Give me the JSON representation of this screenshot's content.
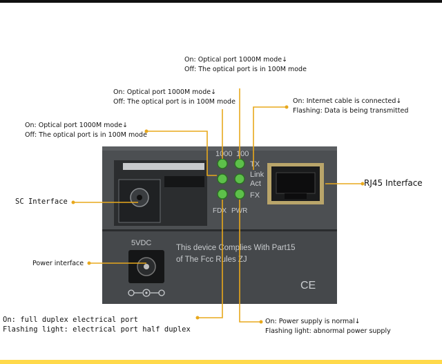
{
  "annotations": {
    "top_center": [
      "On: Optical port 1000M mode↓",
      "Off: The optical port is in 100M mode"
    ],
    "upper_left": [
      "On: Optical port 1000M mode↓",
      "Off: The optical port is in 100M mode"
    ],
    "left": [
      "On: Optical port 1000M mode↓",
      "Off: The optical port is in 100M mode"
    ],
    "upper_right": [
      "On: Internet cable is connected↓",
      "Flashing: Data is being transmitted"
    ],
    "sc_interface": "SC Interface",
    "rj45_interface": "RJ45 Interface",
    "power_interface": "Power interface",
    "fdx": [
      "On: full duplex electrical port",
      "Flashing light: electrical port half duplex"
    ],
    "pwr": [
      "On: Power supply is normal↓",
      "Flashing light: abnormal power supply"
    ]
  },
  "device": {
    "led_labels_top": [
      "1000",
      "100"
    ],
    "led_labels_right": [
      "TX",
      "Link",
      "Act",
      "FX"
    ],
    "led_labels_bottom": [
      "FDX",
      "PWR"
    ],
    "power_label": "5VDC",
    "compliance": [
      "This device Complies With Part15",
      "of The Fcc Rules ZJ"
    ],
    "ce_mark": "CE"
  },
  "colors": {
    "body": "#505356",
    "panel": "#3d3f42",
    "leader": "#e8a81c",
    "led": "#5dc04a",
    "text_on_device": "#c9cccf"
  }
}
